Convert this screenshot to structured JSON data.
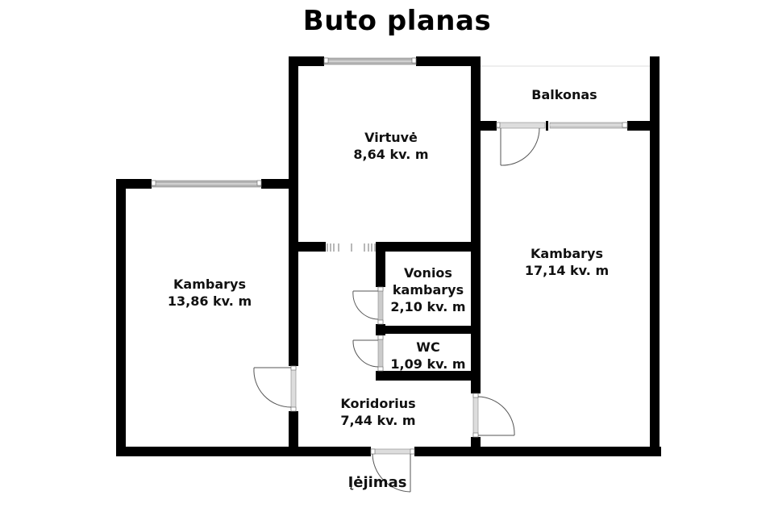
{
  "title": "Buto planas",
  "rooms": {
    "virtuve": {
      "name": "Virtuvė",
      "area": "8,64 kv. m"
    },
    "balkonas": {
      "name": "Balkonas"
    },
    "kambarys_left": {
      "name": "Kambarys",
      "area": "13,86 kv. m"
    },
    "kambarys_right": {
      "name": "Kambarys",
      "area": "17,14 kv. m"
    },
    "vonios": {
      "name_line1": "Vonios",
      "name_line2": "kambarys",
      "area": "2,10 kv. m"
    },
    "wc": {
      "name": "WC",
      "area": "1,09 kv. m"
    },
    "koridorius": {
      "name": "Koridorius",
      "area": "7,44 kv. m"
    }
  },
  "entrance": {
    "label": "Įėjimas"
  },
  "colors": {
    "wall": "#000000",
    "window_glass": "#b4b4b4",
    "background": "#ffffff"
  }
}
